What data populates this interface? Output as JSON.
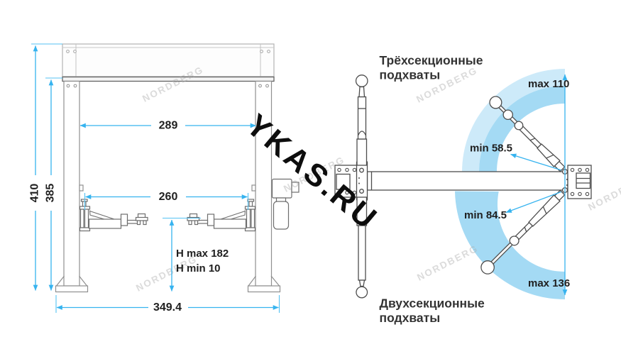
{
  "front_view": {
    "dims": {
      "total_height": "410",
      "column_height": "385",
      "inner_width": "289",
      "arm_spread": "260",
      "h_max": "H max 182",
      "h_min": "H min 10",
      "base_width": "349.4"
    }
  },
  "top_view": {
    "title_three": {
      "line1": "Трёхсекционные",
      "line2": "подхваты"
    },
    "title_two": {
      "line1": "Двухсекционные",
      "line2": "подхваты"
    },
    "dims": {
      "max_top": "max 110",
      "min_top": "min 58.5",
      "min_bottom": "min 84.5",
      "max_bottom": "max 136"
    }
  },
  "watermarks": {
    "primary": "YKAS.RU",
    "brand": "NORDBERG"
  },
  "colors": {
    "dimension": "#36b3ef",
    "band_light": "#cdeaf9",
    "band_mid": "#a4daf4",
    "line_front": "#8f8f8f",
    "line_plan": "#4d4d4d",
    "text": "#1f1f1f"
  }
}
